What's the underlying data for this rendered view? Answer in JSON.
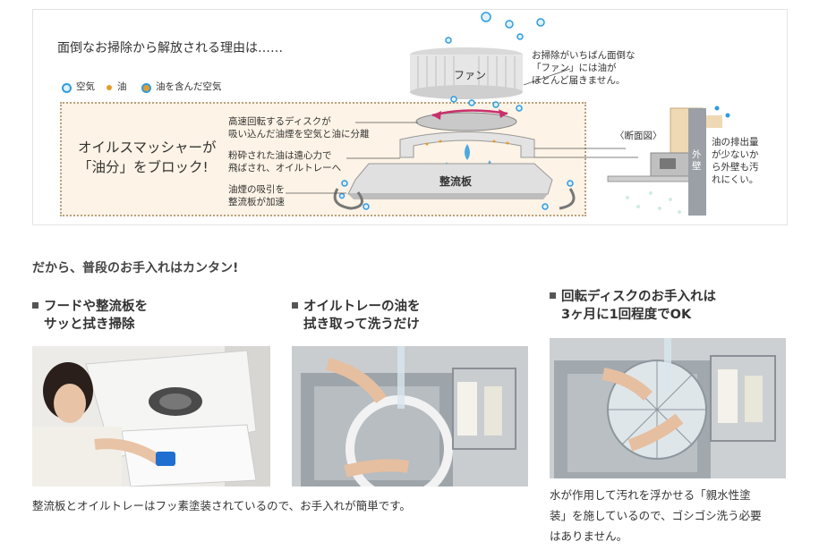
{
  "diagram": {
    "heading": "面倒なお掃除から解放される理由は……",
    "legend": [
      {
        "label": "空気",
        "icon": "air-bubble-icon"
      },
      {
        "label": "油",
        "icon": "oil-drop-icon"
      },
      {
        "label": "油を含んだ空気",
        "icon": "oily-air-icon"
      }
    ],
    "fan_label": "ファン",
    "fan_note": [
      "お掃除がいちばん面倒な",
      "「ファン」には油が",
      "ほとんど届きません。"
    ],
    "callout": [
      "オイルスマッシャーが",
      "「油分」をブロック!"
    ],
    "disk_note": [
      "高速回転するディスクが",
      "吸い込んだ油煙を空気と油に分離"
    ],
    "tray_note": [
      "粉砕された油は遠心力で",
      "飛ばされ、オイルトレーへ"
    ],
    "plate_note": [
      "油煙の吸引を",
      "整流板が加速"
    ],
    "plate_label": "整流板",
    "section_label": "〈断面図〉",
    "wall_label": "外壁",
    "exhaust_note": [
      "油の排出量",
      "が少ないか",
      "ら外壁も汚",
      "れにくい。"
    ],
    "colors": {
      "air": "#2e9be0",
      "oil": "#e39d2a",
      "accent": "#c8306c",
      "panel": "#fdf3e6"
    }
  },
  "section_title": "だから、普段のお手入れはカンタン!",
  "columns": [
    {
      "title": [
        "フードや整流板を",
        "サッと拭き掃除"
      ],
      "photo": "person-wiping-hood-photo"
    },
    {
      "title": [
        "オイルトレーの油を",
        "拭き取って洗うだけ"
      ],
      "photo": "washing-oil-tray-photo"
    },
    {
      "title": [
        "回転ディスクのお手入れは",
        "3ヶ月に1回程度でOK"
      ],
      "photo": "washing-rotating-disk-photo"
    }
  ],
  "caption_left": "整流板とオイルトレーはフッ素塗装されているので、お手入れが簡単です。",
  "caption_right": [
    "水が作用して汚れを浮かせる「親水性塗",
    "装」を施しているので、ゴシゴシ洗う必要",
    "はありません。"
  ]
}
